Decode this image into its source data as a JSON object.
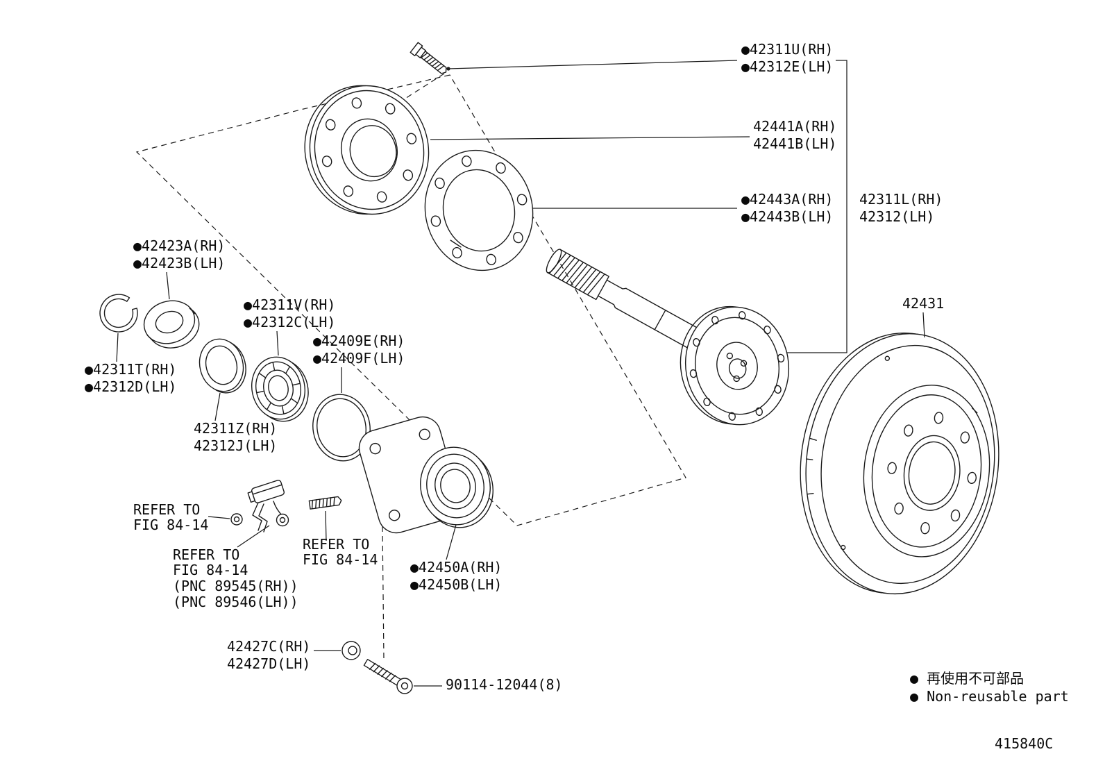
{
  "diagram": {
    "figure_code": "415840C",
    "colors": {
      "line": "#1a1a1a",
      "background": "#ffffff"
    },
    "labels": {
      "hub_bolt": {
        "l1": "●42311U(RH)",
        "l2": "●42312E(LH)"
      },
      "axle_flange_plate": {
        "l1": "42441A(RH)",
        "l2": "42441B(LH)"
      },
      "gasket": {
        "l1": "●42443A(RH)",
        "l2": "●42443B(LH)"
      },
      "axle_shaft": {
        "l1": "42311L(RH)",
        "l2": "42312(LH)"
      },
      "bearing": {
        "l1": "●42423A(RH)",
        "l2": "●42423B(LH)"
      },
      "oil_seal": {
        "l1": "●42311V(RH)",
        "l2": "●42312C(LH)"
      },
      "o_ring": {
        "l1": "●42409E(RH)",
        "l2": "●42409F(LH)"
      },
      "snap_ring": {
        "l1": "●42311T(RH)",
        "l2": "●42312D(LH)"
      },
      "washer": {
        "l1": "42311Z(RH)",
        "l2": "42312J(LH)"
      },
      "brake_disc": {
        "l1": "42431"
      },
      "refer_left": {
        "l1": "REFER TO",
        "l2": "FIG 84-14"
      },
      "refer_sensor": {
        "l1": "REFER TO",
        "l2": "FIG 84-14",
        "l3": "(PNC 89545(RH))",
        "l4": "(PNC 89546(LH))"
      },
      "refer_center": {
        "l1": "REFER TO",
        "l2": "FIG 84-14"
      },
      "hub_bearing_assy": {
        "l1": "●42450A(RH)",
        "l2": "●42450B(LH)"
      },
      "plug": {
        "l1": "42427C(RH)",
        "l2": "42427D(LH)"
      },
      "hub_bolt_long": {
        "l1": "90114-12044(8)"
      }
    },
    "legend": {
      "jp": "● 再使用不可部品",
      "en": "● Non-reusable part"
    }
  }
}
